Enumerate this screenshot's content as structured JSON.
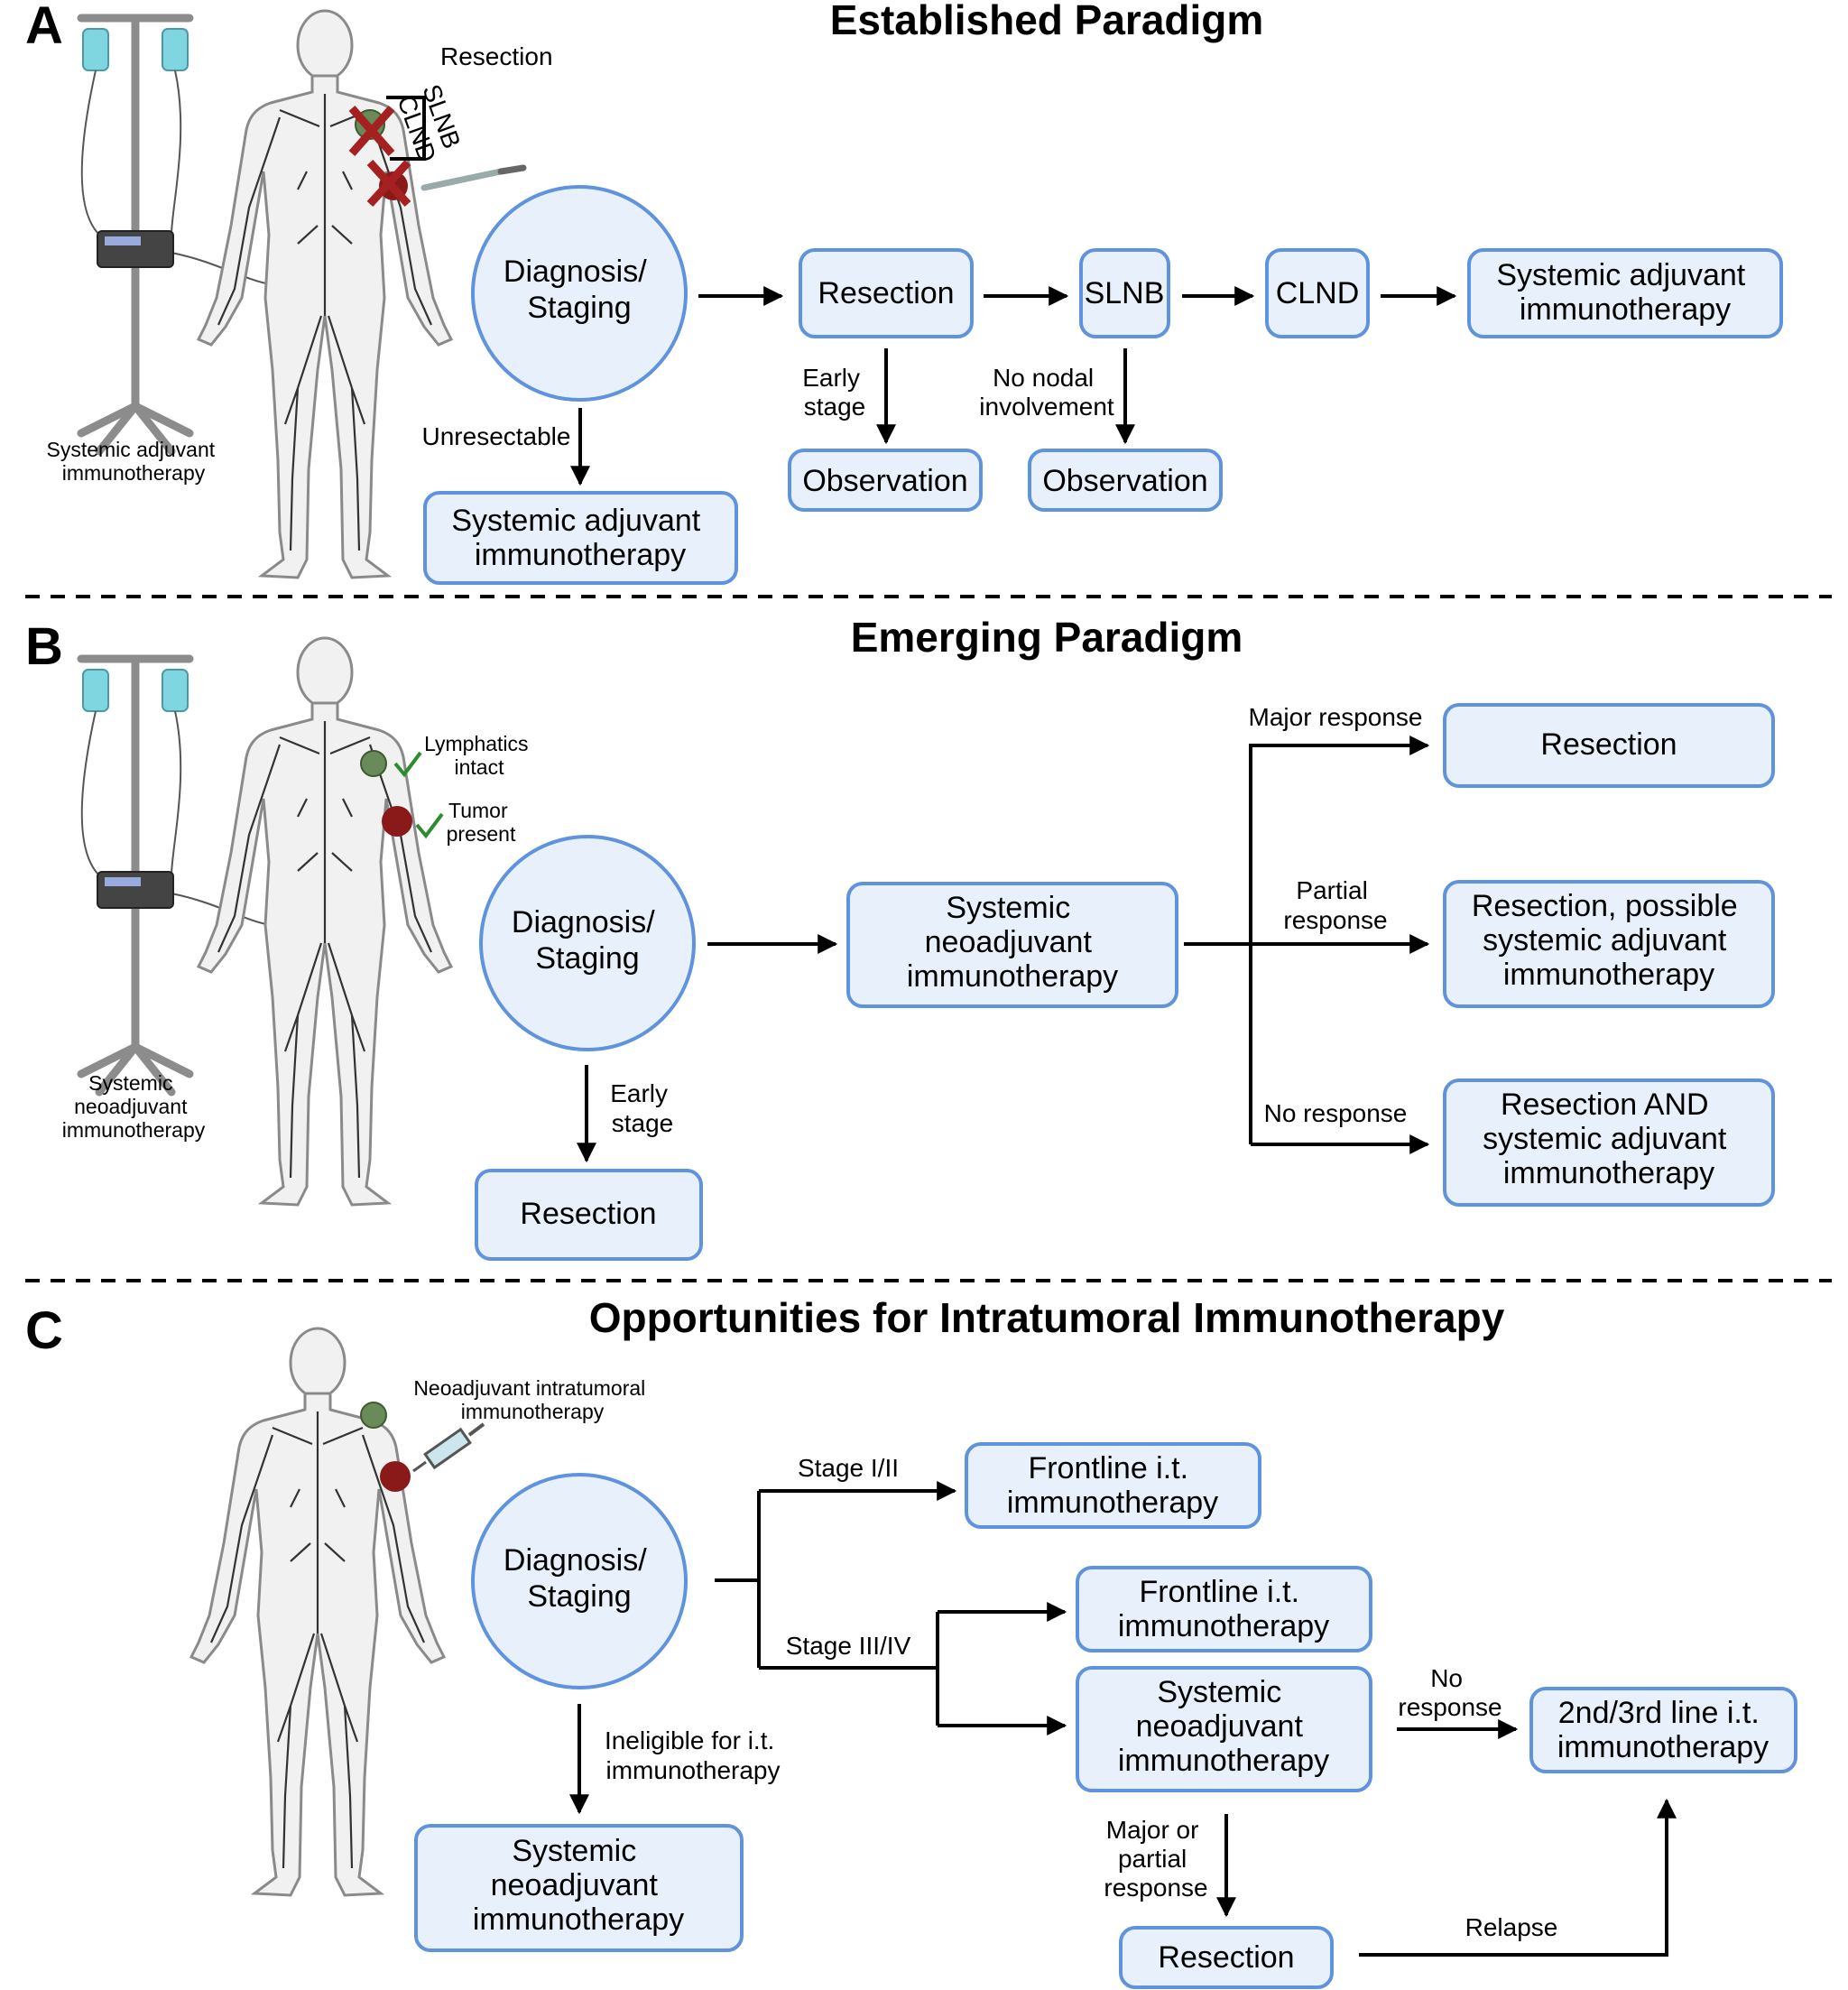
{
  "panels": {
    "a": {
      "letter": "A",
      "title": "Established Paradigm",
      "figure_caption": [
        "Systemic adjuvant",
        "immunotherapy"
      ],
      "bracket_labels": [
        "Resection",
        "SLNB",
        "CLND"
      ],
      "diagnosis": [
        "Diagnosis/",
        "Staging"
      ],
      "boxes": {
        "resection": [
          "Resection"
        ],
        "slnb": [
          "SLNB"
        ],
        "clnd": [
          "CLND"
        ],
        "systemic_right": [
          "Systemic adjuvant",
          "immunotherapy"
        ],
        "observation_1": [
          "Observation"
        ],
        "observation_2": [
          "Observation"
        ],
        "systemic_bottom": [
          "Systemic adjuvant",
          "immunotherapy"
        ]
      },
      "edge_labels": {
        "unresectable": [
          "Unresectable"
        ],
        "early_stage": [
          "Early",
          "stage"
        ],
        "no_nodal": [
          "No nodal",
          "involvement"
        ]
      }
    },
    "b": {
      "letter": "B",
      "title": "Emerging Paradigm",
      "figure_caption": [
        "Systemic",
        "neoadjuvant",
        "immunotherapy"
      ],
      "annotations": {
        "lymphatics": [
          "Lymphatics",
          "intact"
        ],
        "tumor": [
          "Tumor",
          "present"
        ]
      },
      "diagnosis": [
        "Diagnosis/",
        "Staging"
      ],
      "boxes": {
        "neoadjuvant": [
          "Systemic",
          "neoadjuvant",
          "immunotherapy"
        ],
        "resection_major": [
          "Resection"
        ],
        "resection_partial": [
          "Resection, possible",
          "systemic adjuvant",
          "immunotherapy"
        ],
        "resection_none": [
          "Resection AND",
          "systemic adjuvant",
          "immunotherapy"
        ],
        "resection_early": [
          "Resection"
        ]
      },
      "edge_labels": {
        "major": [
          "Major response"
        ],
        "partial": [
          "Partial",
          "response"
        ],
        "none": [
          "No response"
        ],
        "early": [
          "Early",
          "stage"
        ]
      }
    },
    "c": {
      "letter": "C",
      "title": "Opportunities for Intratumoral Immunotherapy",
      "annotation": [
        "Neoadjuvant intratumoral",
        "immunotherapy"
      ],
      "diagnosis": [
        "Diagnosis/",
        "Staging"
      ],
      "boxes": {
        "frontline_1": [
          "Frontline i.t.",
          "immunotherapy"
        ],
        "frontline_2": [
          "Frontline i.t.",
          "immunotherapy"
        ],
        "neoadjuvant": [
          "Systemic",
          "neoadjuvant",
          "immunotherapy"
        ],
        "second_line": [
          "2nd/3rd line i.t.",
          "immunotherapy"
        ],
        "systemic_bottom": [
          "Systemic",
          "neoadjuvant",
          "immunotherapy"
        ],
        "resection": [
          "Resection"
        ]
      },
      "edge_labels": {
        "stage_12": [
          "Stage I/II"
        ],
        "stage_34": [
          "Stage III/IV"
        ],
        "no_response": [
          "No",
          "response"
        ],
        "ineligible": [
          "Ineligible for i.t.",
          "immunotherapy"
        ],
        "major_partial": [
          "Major or",
          "partial",
          "response"
        ],
        "relapse": [
          "Relapse"
        ]
      }
    }
  },
  "colors": {
    "box_fill": "#e8f1fb",
    "box_stroke": "#5f93dd",
    "tumor": "#9b1b1b",
    "cross": "#a52020",
    "check": "#2e8b2e"
  }
}
